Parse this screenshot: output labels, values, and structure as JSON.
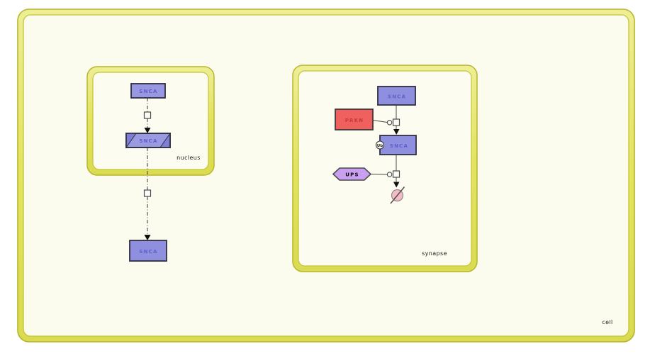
{
  "diagram": {
    "compartments": {
      "cell": {
        "label": "cell"
      },
      "nucleus": {
        "label": "nucleus"
      },
      "synapse": {
        "label": "synapse"
      }
    },
    "nodes": {
      "snca_gene": {
        "label": "SNCA"
      },
      "snca_rna": {
        "label": "SNCA"
      },
      "snca_protein": {
        "label": "SNCA"
      },
      "snca_synapse": {
        "label": "SNCA"
      },
      "prkn": {
        "label": "PRKN"
      },
      "snca_ubiquitinated": {
        "label": "SNCA",
        "state": "Ub"
      },
      "ups": {
        "label": "UPS"
      }
    },
    "colors": {
      "compartment_band": "#e6e66e",
      "compartment_outline": "#b6b62c",
      "compartment_interior": "#fcfcee",
      "protein_fill": "#8f8fe0",
      "protein_text": "#6060c8",
      "prkn_fill": "#f0605f",
      "prkn_text": "#c23b3b",
      "ups_fill": "#c9a0f0",
      "degradation_fill": "#f4bbc9"
    }
  }
}
